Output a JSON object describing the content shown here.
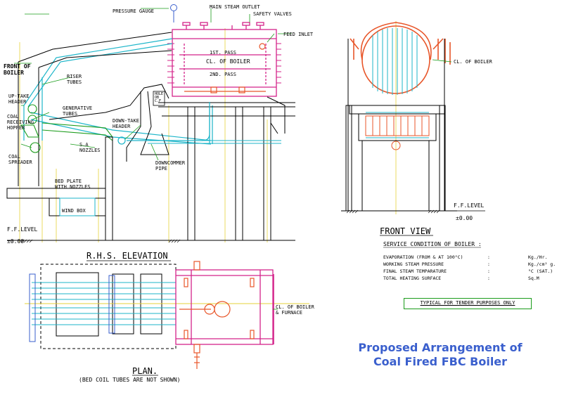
{
  "side_elevation": {
    "pressure_gauge": "PRESSURE GAUGE",
    "main_steam_outlet": "MAIN STEAM OUTLET",
    "safety_valves": "SAFETY VALVES",
    "feed_inlet": "FEED INLET",
    "first_pass": "1ST. PASS",
    "cl_of_boiler": "CL. OF BOILER",
    "second_pass": "2ND. PASS",
    "front_of_boiler_1": "FRONT OF",
    "front_of_boiler_2": "BOILER",
    "riser_tubes_1": "RISER",
    "riser_tubes_2": "TUBES",
    "uptake_header_1": "UP-TAKE",
    "uptake_header_2": "HEADER",
    "generative_tubes_1": "GENERATIVE",
    "generative_tubes_2": "TUBES",
    "coal_hopper_1": "COAL",
    "coal_hopper_2": "RECEIVING",
    "coal_hopper_3": "HOPPER",
    "downtake_header_1": "DOWN-TAKE",
    "downtake_header_2": "HEADER",
    "sa_nozzles_1": "S.A",
    "sa_nozzles_2": "NOZZLES",
    "coal_spreader_1": "COAL",
    "coal_spreader_2": "SPREADER",
    "downcommer_pipe_1": "DOWNCOMMER",
    "downcommer_pipe_2": "PIPE",
    "bed_plate_1": "BED PLATE",
    "bed_plate_2": "WITH NOZZLES",
    "wind_box": "WIND BOX",
    "ff_level": "F.F.LEVEL",
    "level_value": "±0.00",
    "hole_label_1": "HOLE",
    "hole_label_2": "OB",
    "hole_label_3": "C.F"
  },
  "front_view": {
    "cl_of_boiler": "CL. OF BOILER",
    "ff_level": "F.F.LEVEL",
    "level_value": "±0.00",
    "caption": "FRONT VIEW"
  },
  "rhs": {
    "caption": "R.H.S. ELEVATION"
  },
  "plan": {
    "caption": "PLAN.",
    "note": "(BED COIL TUBES ARE NOT SHOWN)",
    "cl_label_1": "CL. OF BOILER",
    "cl_label_2": "& FURNACE"
  },
  "service": {
    "heading": "SERVICE CONDITION OF BOILER  :",
    "rows": [
      {
        "label": "EVAPORATION (FROM & AT 100°C)",
        "sep": ":",
        "unit": "Kg./Hr."
      },
      {
        "label": "WORKING STEAM PRESSURE",
        "sep": ":",
        "unit": "Kg./cm² g."
      },
      {
        "label": "FINAL STEAM TEMPARATURE",
        "sep": ":",
        "unit": "°C (SAT.)"
      },
      {
        "label": "TOTAL HEATING SURFACE",
        "sep": ":",
        "unit": "Sq.M"
      }
    ]
  },
  "tender_note": "TYPICAL FOR TENDER PURPOSES ONLY",
  "title_line1": "Proposed Arrangement of",
  "title_line2": "Coal Fired FBC Boiler",
  "colors": {
    "shell": "#d4238a",
    "tubes": "#1cb5c9",
    "steel": "#000000",
    "green": "#1a9b1a",
    "orange": "#e8562a",
    "yellow": "#e6d23a",
    "title": "#3a5fcd"
  }
}
